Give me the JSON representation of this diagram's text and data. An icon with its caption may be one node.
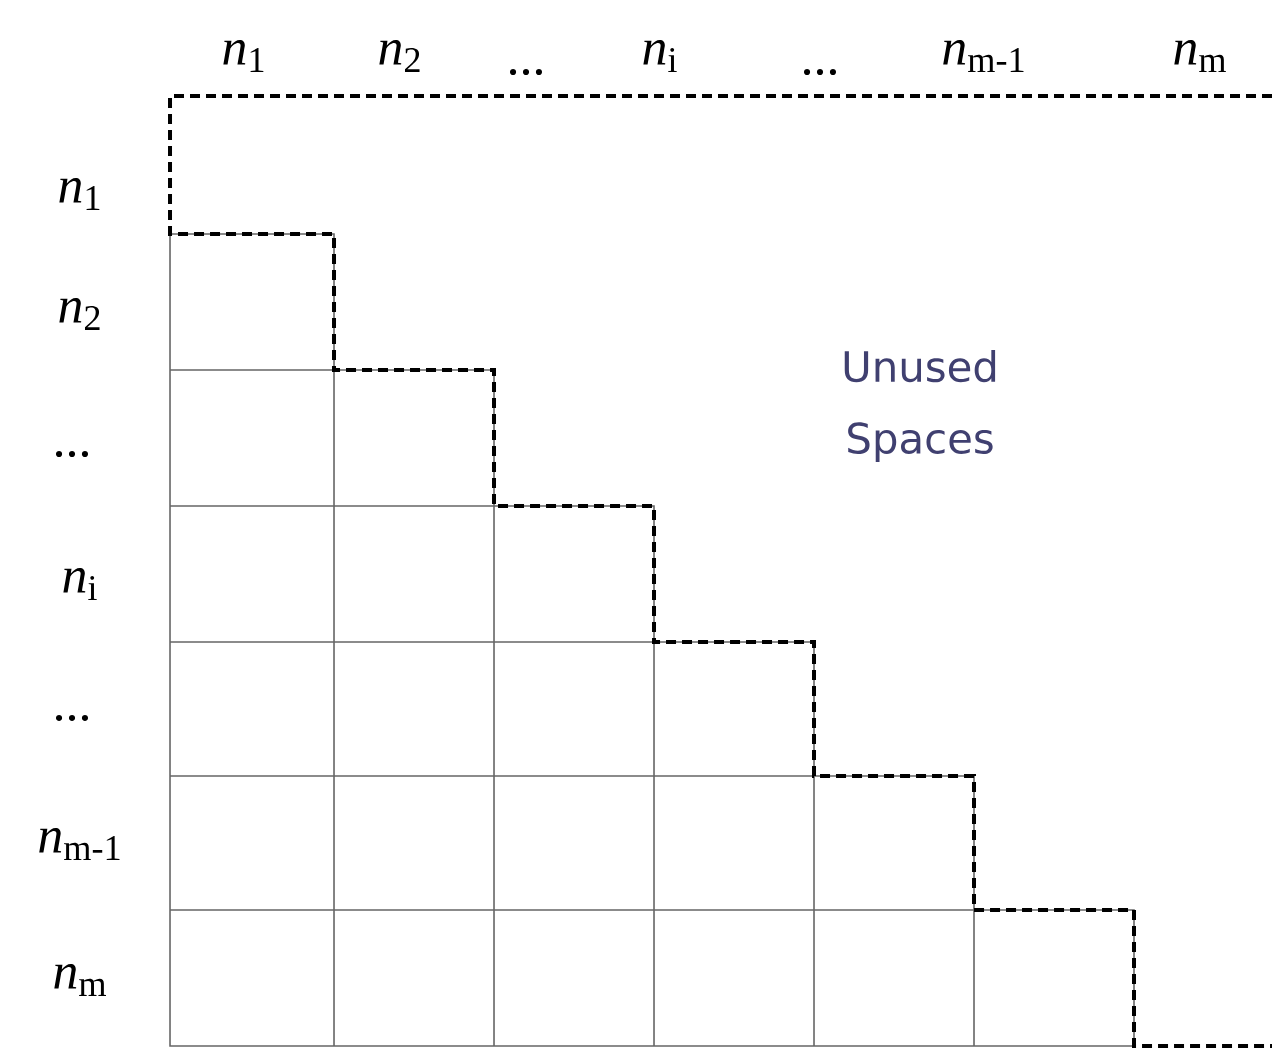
{
  "diagram": {
    "labels": [
      "*n*$_{1}$",
      "*n*$_{2}$",
      "...",
      "*n*$_{i}$",
      "...",
      "*n*$_{m-1}$",
      "*n*$_{m}$",
      "*n*$_{1}$",
      "*n*$_{2}$",
      "Unused Spaces",
      "...",
      "*n*$_{i}$",
      "...",
      "*n*$_{m-1}$",
      "*n*$_{m}$"
    ]
  }
}
